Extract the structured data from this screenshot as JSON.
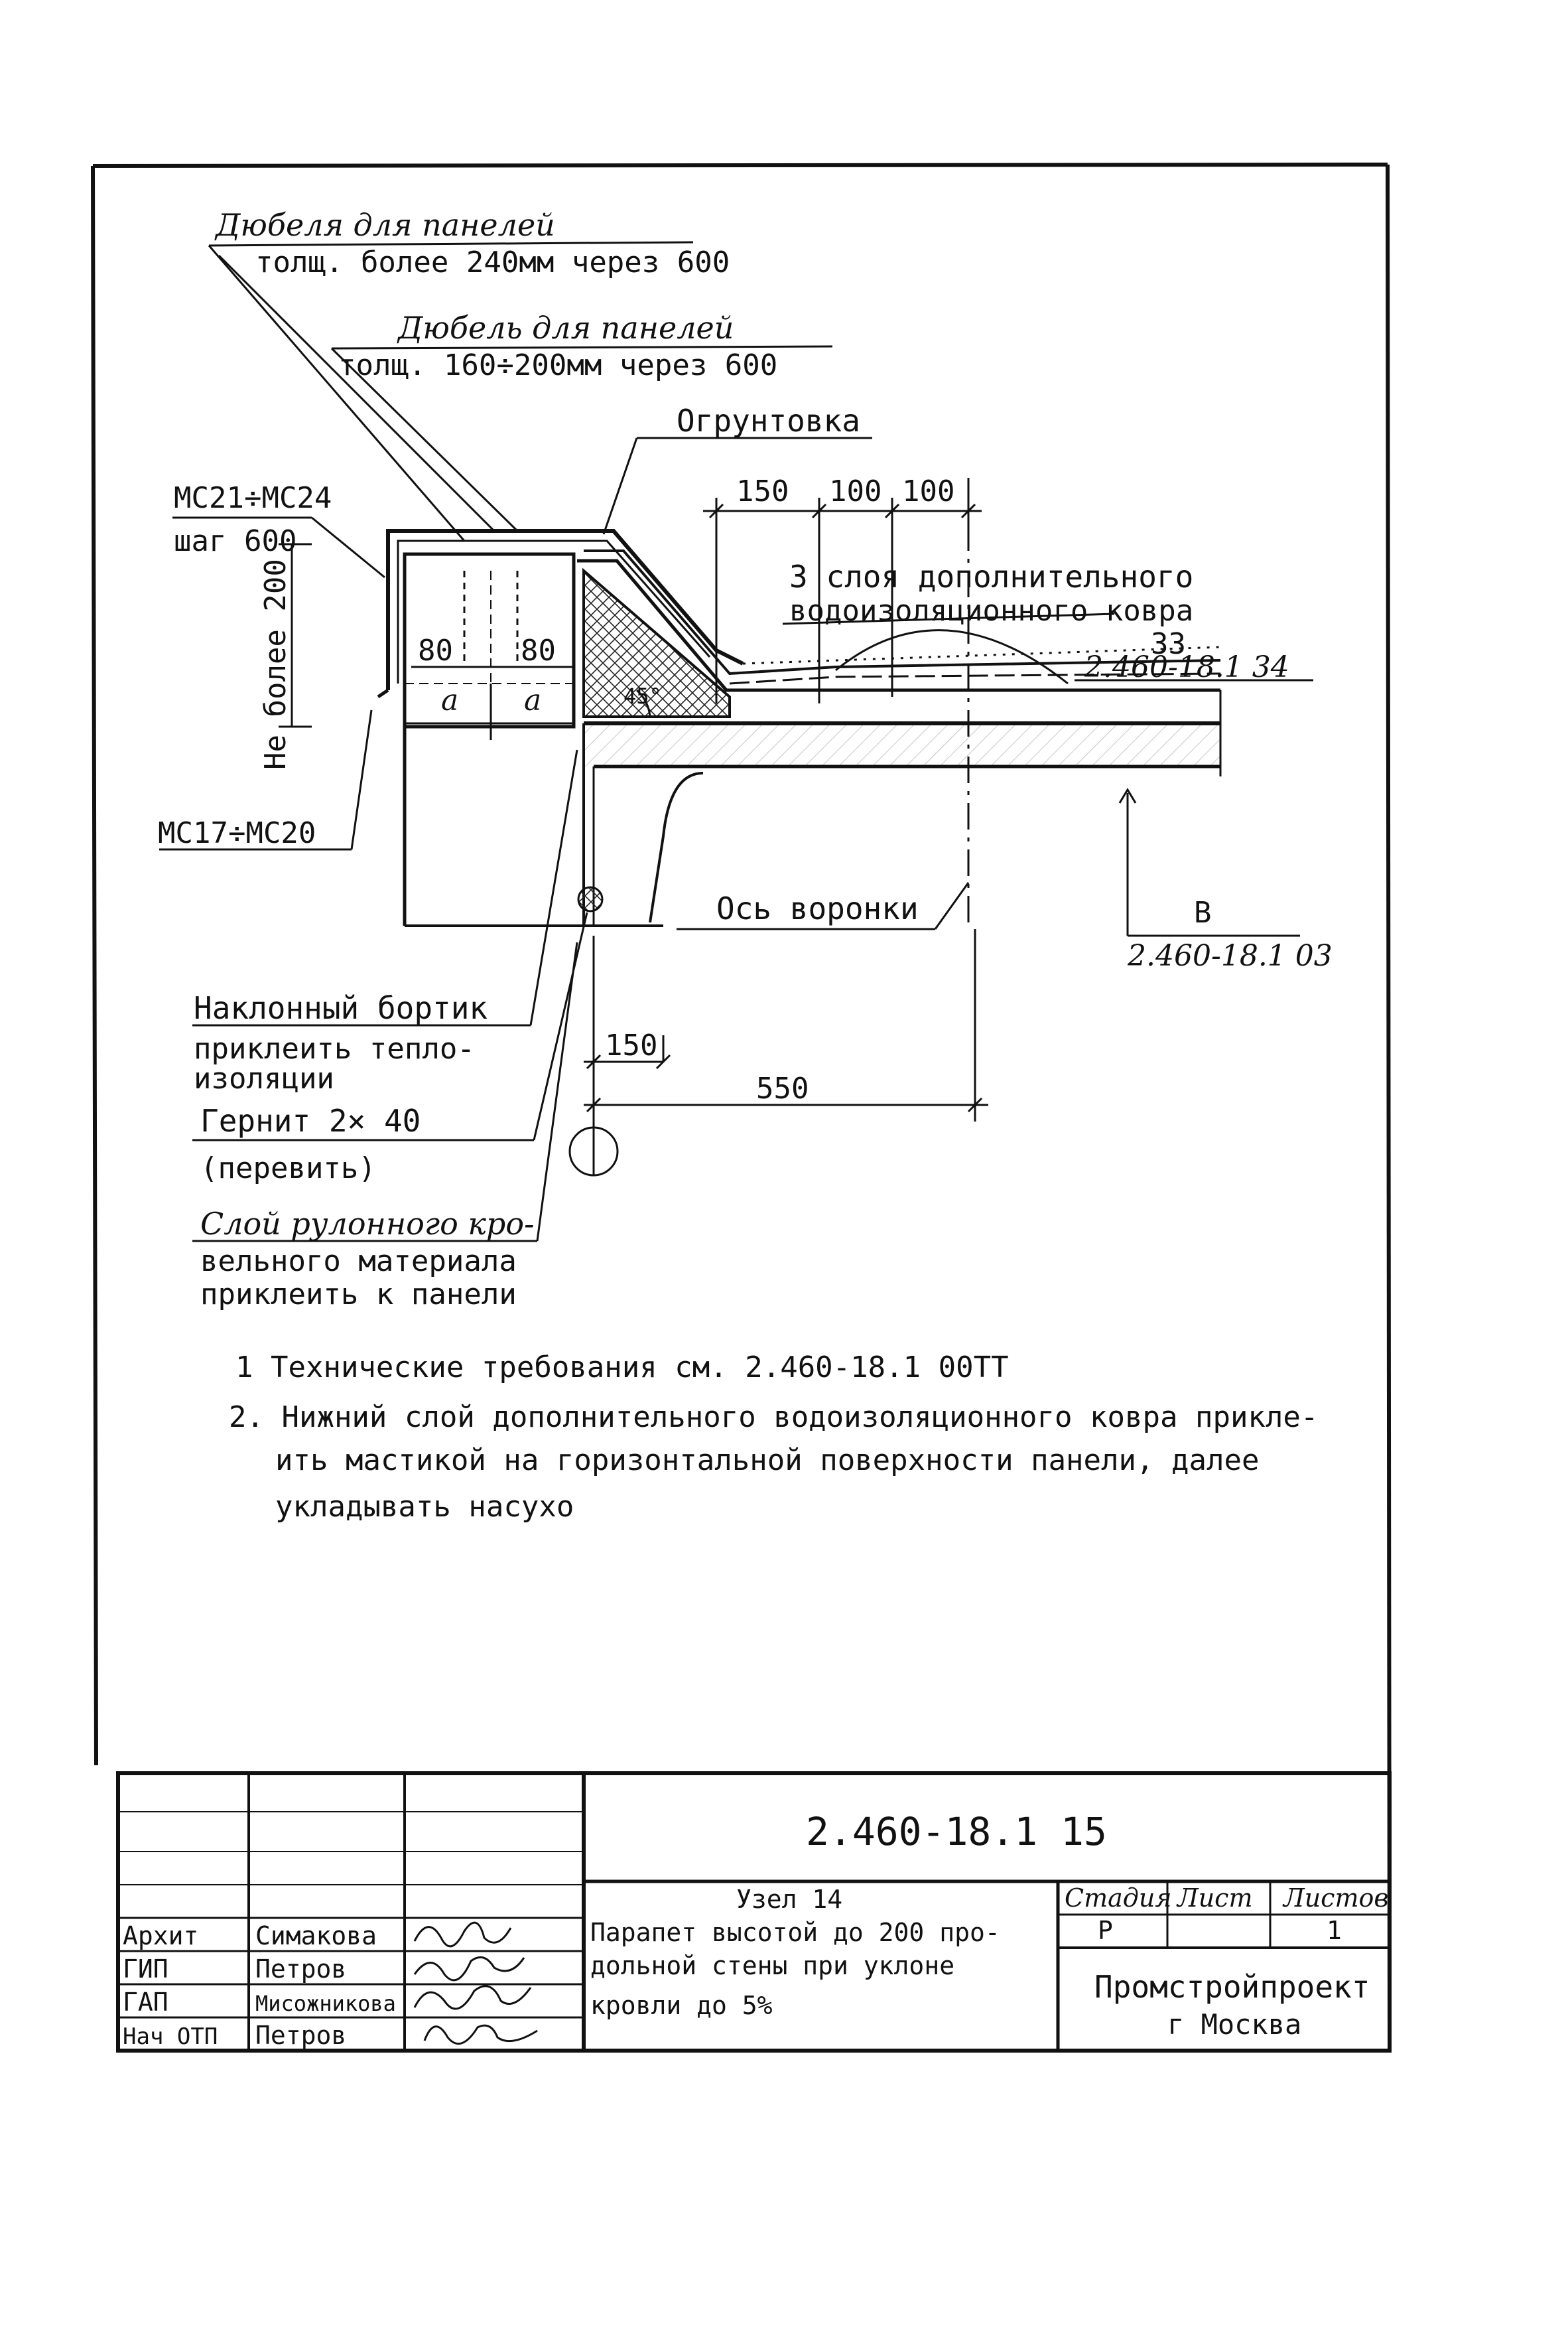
{
  "labels": {
    "dowels_thick": "Дюбеля для панелей",
    "dowels_thick_spec": "толщ. более 240мм через 600",
    "dowel_thin": "Дюбель для панелей",
    "dowel_thin_spec": "толщ. 160÷200мм через 600",
    "primer": "Огрунтовка",
    "mc_top": "МС21÷МС24",
    "step": "шаг 600",
    "height_limit": "Не более 200",
    "mc_bottom": "МС17÷МС20",
    "three_layers_1": "3 слоя дополнительного",
    "three_layers_2": "водоизоляционного ковра",
    "ref_33": "33",
    "ref_33_sheet": "2.460-18.1 34",
    "funnel_axis": "Ось воронки",
    "ref_b": "В",
    "ref_b_sheet": "2.460-18.1 03",
    "fillet_1": "Наклонный бортик",
    "fillet_2": "приклеить тепло-",
    "fillet_3": "изоляции",
    "gernit_1": "Гернит 2× 40",
    "gernit_2": "(перевить)",
    "roll_1": "Слой рулонного кро-",
    "roll_2": "вельного материала",
    "roll_3": "приклеить к панели",
    "a1": "а",
    "a2": "а",
    "angle": "45°"
  },
  "dimensions": {
    "d150_top": "150",
    "d100_a": "100",
    "d100_b": "100",
    "d80_a": "80",
    "d80_b": "80",
    "d150_bottom": "150",
    "d550": "550"
  },
  "notes": [
    "1  Технические требования  см. 2.460-18.1 00ТТ",
    "2. Нижний слой дополнительного водоизоляционного ковра прикле-",
    "ить мастикой на горизонтальной поверхности панели, далее",
    "укладывать насухо"
  ],
  "title_block": {
    "doc_code": "2.460-18.1 15",
    "node": "Узел 14",
    "title_1": "Парапет высотой до 200 про-",
    "title_2": "дольной стены при уклоне",
    "title_3": "кровли до 5%",
    "stage_header": "Стадия",
    "sheet_header": "Лист",
    "sheets_header": "Листов",
    "stage": "Р",
    "sheet": "",
    "sheets": "1",
    "org_1": "Промстройпроект",
    "org_2": "г Москва",
    "roles": [
      {
        "role": "Архит",
        "name": "Симакова"
      },
      {
        "role": "ГИП",
        "name": "Петров"
      },
      {
        "role": "ГАП",
        "name": "Мисожникова"
      },
      {
        "role": "Нач ОТП",
        "name": "Петров"
      }
    ]
  }
}
